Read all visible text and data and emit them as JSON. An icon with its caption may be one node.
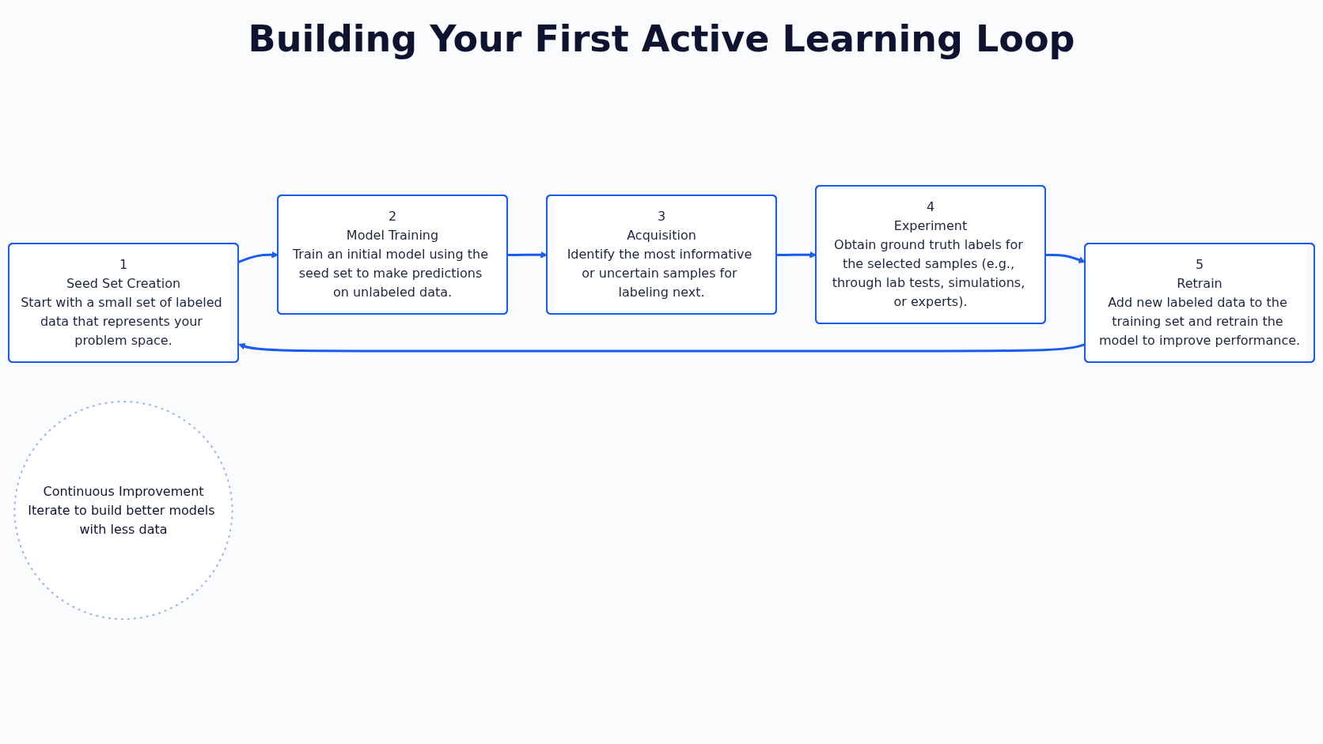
{
  "diagram": {
    "title": "Building Your First Active Learning Loop",
    "nodes": [
      {
        "text": [
          "1",
          "Seed Set Creation",
          "Start with a small set of labeled data that represents your problem space."
        ]
      },
      {
        "text": [
          "2",
          "Model Training",
          "Train an initial model using the seed set to make predictions on unlabeled data."
        ]
      },
      {
        "text": [
          "3",
          "Acquisition",
          "Identify the most informative or uncertain samples for labeling next."
        ]
      },
      {
        "text": [
          "4",
          "Experiment",
          "Obtain ground truth labels for the selected samples (e.g., through lab tests, simulations, or experts)."
        ]
      },
      {
        "text": [
          "5",
          "Retrain",
          "Add new labeled data to the training set and retrain the model to improve performance."
        ]
      },
      {
        "text": [
          "Continuous Improvement",
          "Iterate to build better models with less data"
        ]
      }
    ],
    "edges": [
      {
        "from": 0,
        "to": 1,
        "arrow": "to"
      },
      {
        "from": 1,
        "to": 2,
        "arrow": "to"
      },
      {
        "from": 2,
        "to": 3,
        "arrow": "to"
      },
      {
        "from": 3,
        "to": 4,
        "arrow": "to"
      },
      {
        "from": 4,
        "to": 0,
        "arrow": "to"
      }
    ]
  }
}
